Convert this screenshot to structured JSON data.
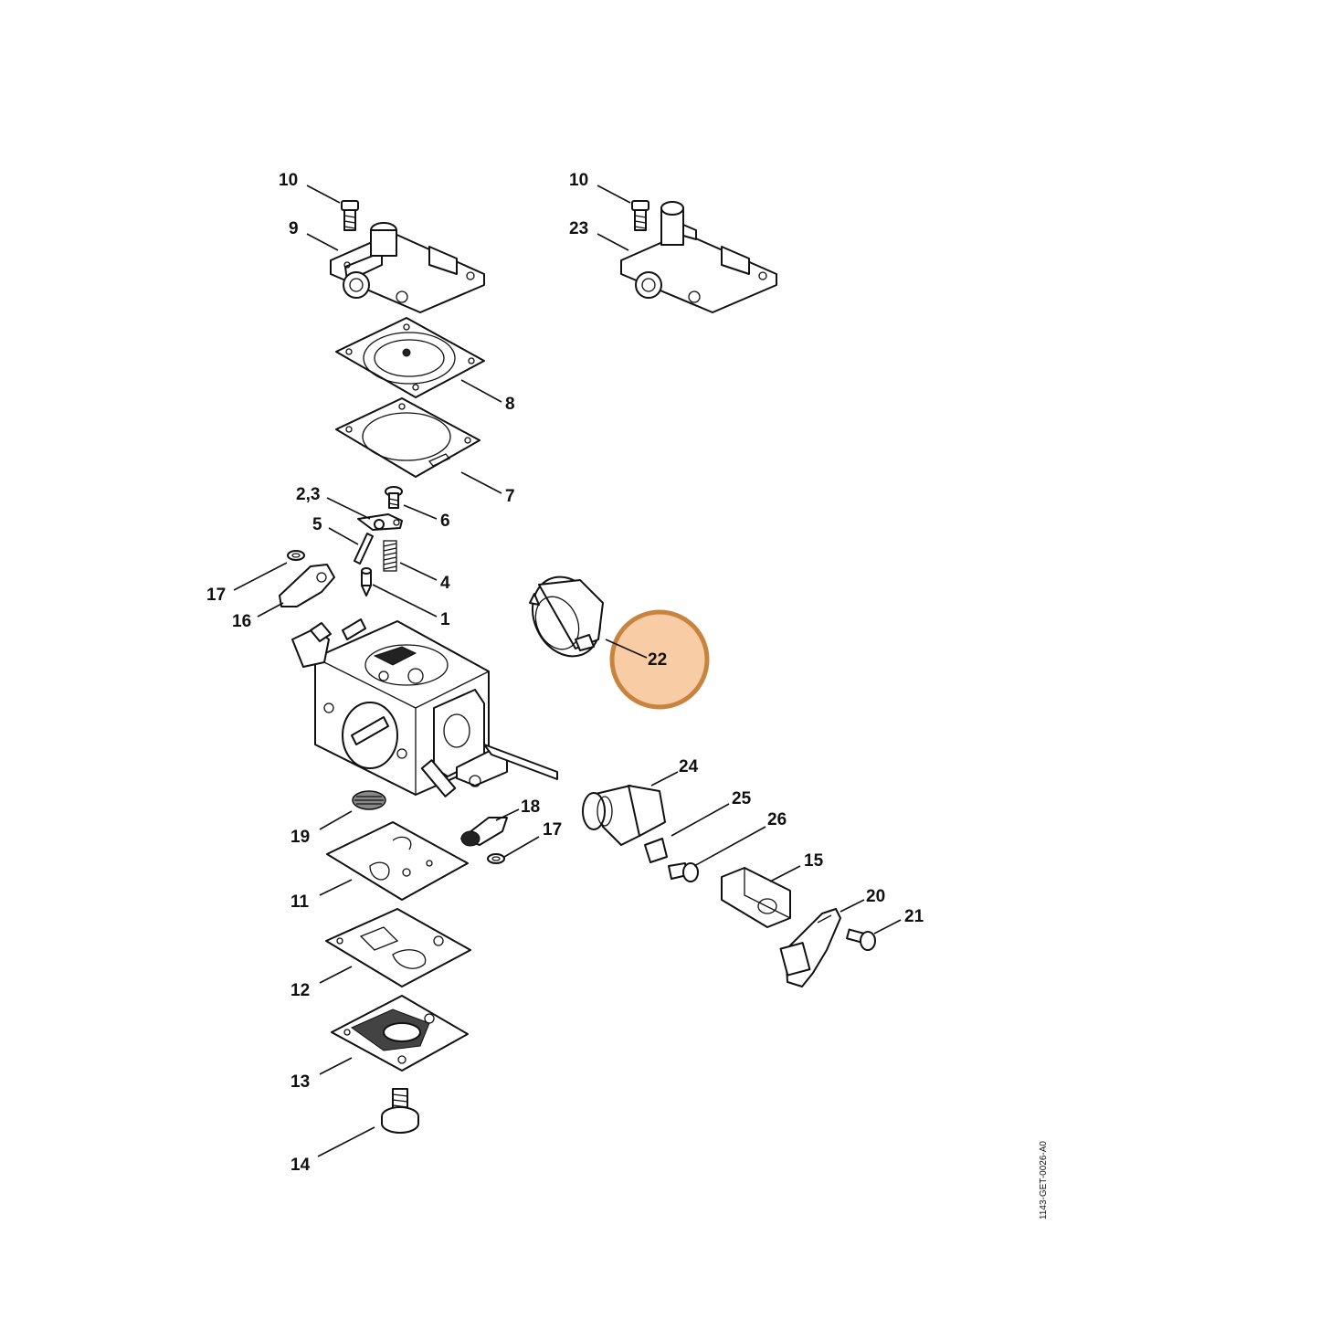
{
  "diagram": {
    "drawing_code": "1143-GET-0026-A0",
    "highlight_color": "#f7c79b",
    "highlight_stroke": "#c8843f",
    "callouts": [
      {
        "id": "c10a",
        "text": "10"
      },
      {
        "id": "c9",
        "text": "9"
      },
      {
        "id": "c10b",
        "text": "10"
      },
      {
        "id": "c23",
        "text": "23"
      },
      {
        "id": "c8",
        "text": "8"
      },
      {
        "id": "c7",
        "text": "7"
      },
      {
        "id": "c23b",
        "text": "2,3"
      },
      {
        "id": "c6",
        "text": "6"
      },
      {
        "id": "c5",
        "text": "5"
      },
      {
        "id": "c4",
        "text": "4"
      },
      {
        "id": "c17a",
        "text": "17"
      },
      {
        "id": "c16",
        "text": "16"
      },
      {
        "id": "c1",
        "text": "1"
      },
      {
        "id": "c22",
        "text": "22"
      },
      {
        "id": "c24",
        "text": "24"
      },
      {
        "id": "c25",
        "text": "25"
      },
      {
        "id": "c26",
        "text": "26"
      },
      {
        "id": "c18",
        "text": "18"
      },
      {
        "id": "c17b",
        "text": "17"
      },
      {
        "id": "c19",
        "text": "19"
      },
      {
        "id": "c15",
        "text": "15"
      },
      {
        "id": "c20",
        "text": "20"
      },
      {
        "id": "c21",
        "text": "21"
      },
      {
        "id": "c11",
        "text": "11"
      },
      {
        "id": "c12",
        "text": "12"
      },
      {
        "id": "c13",
        "text": "13"
      },
      {
        "id": "c14",
        "text": "14"
      }
    ]
  }
}
